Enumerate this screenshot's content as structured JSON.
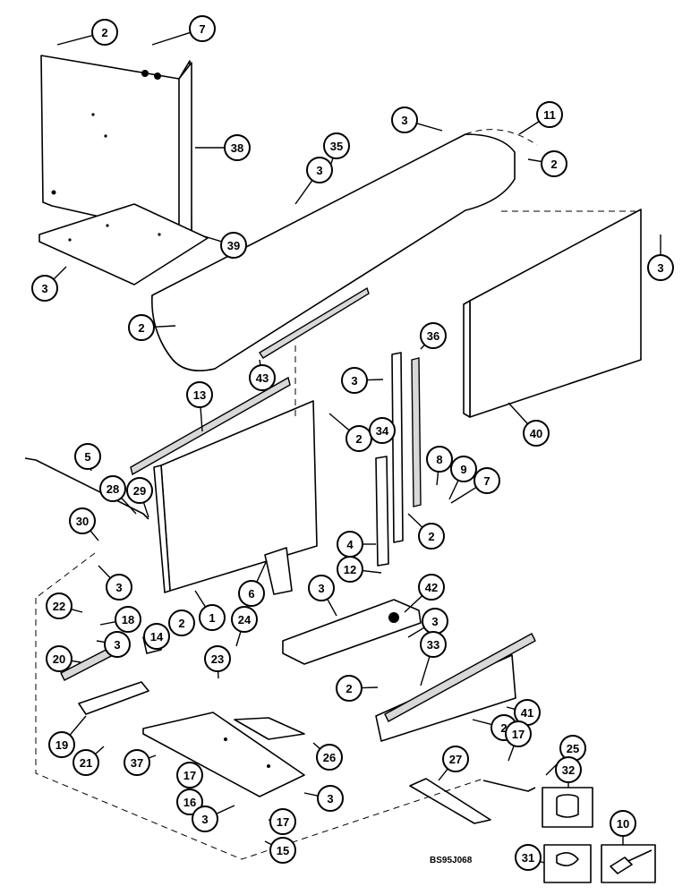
{
  "drawing_code": "BS95J068",
  "callouts": [
    {
      "label": "2"
    },
    {
      "label": "7"
    },
    {
      "label": "38"
    },
    {
      "label": "39"
    },
    {
      "label": "3"
    },
    {
      "label": "3"
    },
    {
      "label": "35"
    },
    {
      "label": "3"
    },
    {
      "label": "11"
    },
    {
      "label": "2"
    },
    {
      "label": "3"
    },
    {
      "label": "2"
    },
    {
      "label": "43"
    },
    {
      "label": "13"
    },
    {
      "label": "2"
    },
    {
      "label": "36"
    },
    {
      "label": "3"
    },
    {
      "label": "34"
    },
    {
      "label": "40"
    },
    {
      "label": "5"
    },
    {
      "label": "28"
    },
    {
      "label": "29"
    },
    {
      "label": "8"
    },
    {
      "label": "9"
    },
    {
      "label": "7"
    },
    {
      "label": "30"
    },
    {
      "label": "4"
    },
    {
      "label": "2"
    },
    {
      "label": "3"
    },
    {
      "label": "12"
    },
    {
      "label": "6"
    },
    {
      "label": "1"
    },
    {
      "label": "42"
    },
    {
      "label": "22"
    },
    {
      "label": "18"
    },
    {
      "label": "3"
    },
    {
      "label": "3"
    },
    {
      "label": "3"
    },
    {
      "label": "14"
    },
    {
      "label": "2"
    },
    {
      "label": "24"
    },
    {
      "label": "33"
    },
    {
      "label": "20"
    },
    {
      "label": "23"
    },
    {
      "label": "2"
    },
    {
      "label": "41"
    },
    {
      "label": "19"
    },
    {
      "label": "21"
    },
    {
      "label": "2"
    },
    {
      "label": "37"
    },
    {
      "label": "26"
    },
    {
      "label": "17"
    },
    {
      "label": "25"
    },
    {
      "label": "27"
    },
    {
      "label": "32"
    },
    {
      "label": "17"
    },
    {
      "label": "16"
    },
    {
      "label": "3"
    },
    {
      "label": "3"
    },
    {
      "label": "17"
    },
    {
      "label": "10"
    },
    {
      "label": "15"
    },
    {
      "label": "31"
    }
  ]
}
